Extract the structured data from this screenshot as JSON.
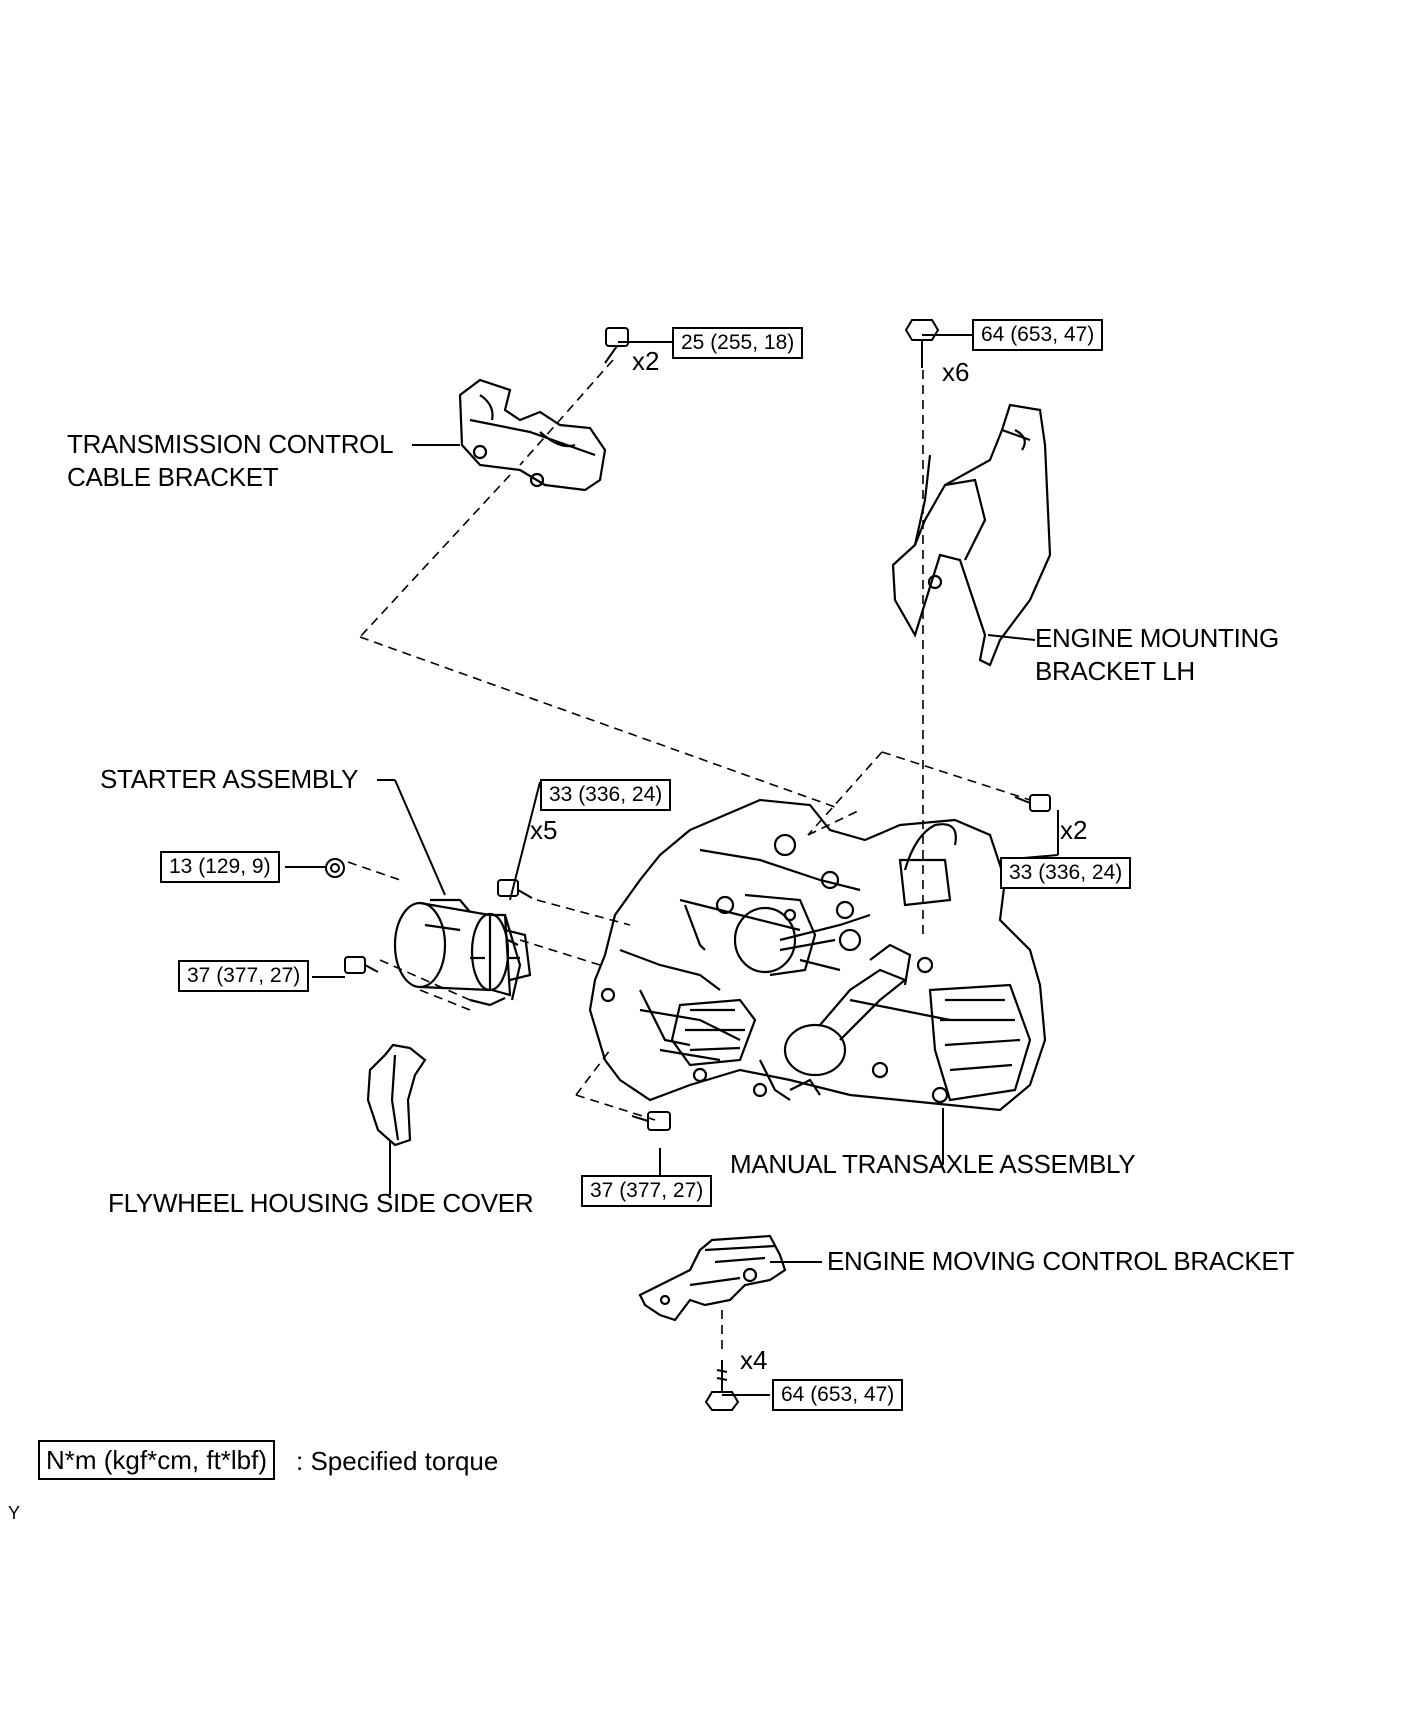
{
  "labels": {
    "transmission_control_cable_bracket": [
      "TRANSMISSION CONTROL",
      "CABLE BRACKET"
    ],
    "engine_mounting_bracket_lh": [
      "ENGINE MOUNTING",
      "BRACKET LH"
    ],
    "starter_assembly": "STARTER ASSEMBLY",
    "manual_transaxle_assembly": "MANUAL TRANSAXLE ASSEMBLY",
    "flywheel_housing_side_cover": "FLYWHEEL HOUSING SIDE COVER",
    "engine_moving_control_bracket": "ENGINE MOVING CONTROL BRACKET"
  },
  "torques": {
    "cable_bracket_bolt": "25 (255, 18)",
    "mounting_bracket_bolt": "64 (653, 47)",
    "starter_upper_bolt": "33 (336, 24)",
    "transaxle_side_bolt": "33 (336, 24)",
    "starter_nut": "13 (129, 9)",
    "starter_lower_bolt": "37 (377, 27)",
    "transaxle_lower_bolt": "37 (377, 27)",
    "control_bracket_bolt": "64 (653, 47)"
  },
  "quantities": {
    "cable_bracket_bolt": "x2",
    "mounting_bracket_bolt": "x6",
    "starter_upper_bolt": "x5",
    "transaxle_side_bolt": "x2",
    "control_bracket_bolt": "x4"
  },
  "legend": {
    "unit": "N*m (kgf*cm, ft*lbf)",
    "text": ": Specified torque"
  },
  "figure_code": "Y"
}
